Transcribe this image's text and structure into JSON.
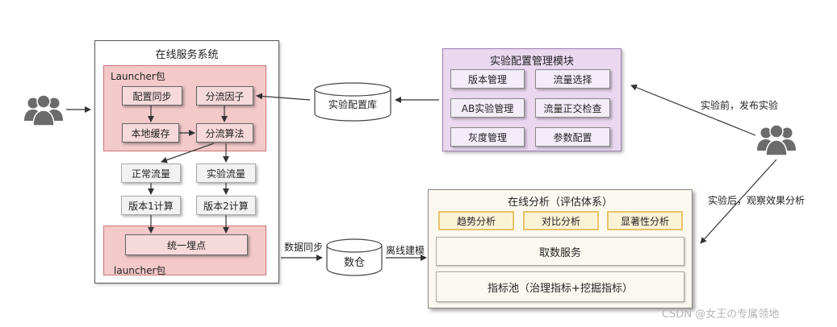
{
  "online_system": {
    "title": "在线服务系统",
    "launcher_top_label": "Launcher包",
    "launcher_bottom_label": "launcher包",
    "config_sync": "配置同步",
    "split_factor": "分流因子",
    "local_cache": "本地缓存",
    "split_algorithm": "分流算法",
    "normal_traffic": "正常流量",
    "experiment_traffic": "实验流量",
    "version1_calc": "版本1计算",
    "version2_calc": "版本2计算",
    "unified_tracking": "统一埋点"
  },
  "config_db": "实验配置库",
  "data_warehouse": "数仓",
  "data_sync_label": "数据同步",
  "offline_modeling_label": "离线建模",
  "config_module": {
    "title": "实验配置管理模块",
    "items": [
      "版本管理",
      "流量选择",
      "AB实验管理",
      "流量正交检查",
      "灰度管理",
      "参数配置"
    ]
  },
  "before_experiment_label": "实验前，发布实验",
  "after_experiment_label": "实验后，观察效果分析",
  "analysis": {
    "title": "在线分析（评估体系）",
    "methods": [
      "趋势分析",
      "对比分析",
      "显著性分析"
    ],
    "fetch_service": "取数服务",
    "metric_pool": "指标池（治理指标+挖掘指标）"
  },
  "watermark": "CSDN @女王の专属领地",
  "icons": [
    "users-icon-left",
    "users-icon-right"
  ]
}
